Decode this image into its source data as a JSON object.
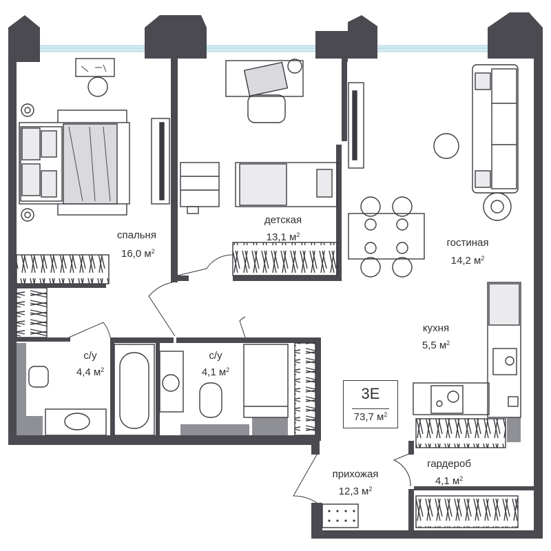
{
  "apartment": {
    "code": "3E",
    "total_area": "73,7 м",
    "area_unit_power": "2"
  },
  "rooms": [
    {
      "id": "bedroom",
      "name": "спальня",
      "area": "16,0 м",
      "power": "2"
    },
    {
      "id": "kids",
      "name": "детская",
      "area": "13,1 м",
      "power": "2"
    },
    {
      "id": "living",
      "name": "гостиная",
      "area": "14,2 м",
      "power": "2"
    },
    {
      "id": "kitchen",
      "name": "кухня",
      "area": "5,5 м",
      "power": "2"
    },
    {
      "id": "bath1",
      "name": "с/у",
      "area": "4,4 м",
      "power": "2"
    },
    {
      "id": "bath2",
      "name": "с/у",
      "area": "4,1 м",
      "power": "2"
    },
    {
      "id": "hall",
      "name": "прихожая",
      "area": "12,3 м",
      "power": "2"
    },
    {
      "id": "wardrobe",
      "name": "гардероб",
      "area": "4,1 м",
      "power": "2"
    }
  ],
  "colors": {
    "wall": "#4a4a50",
    "furniture_stroke": "#3a3a40",
    "wet_zone": "#8f8f96",
    "window": "#a9d4e0",
    "floor": "#ffffff"
  }
}
